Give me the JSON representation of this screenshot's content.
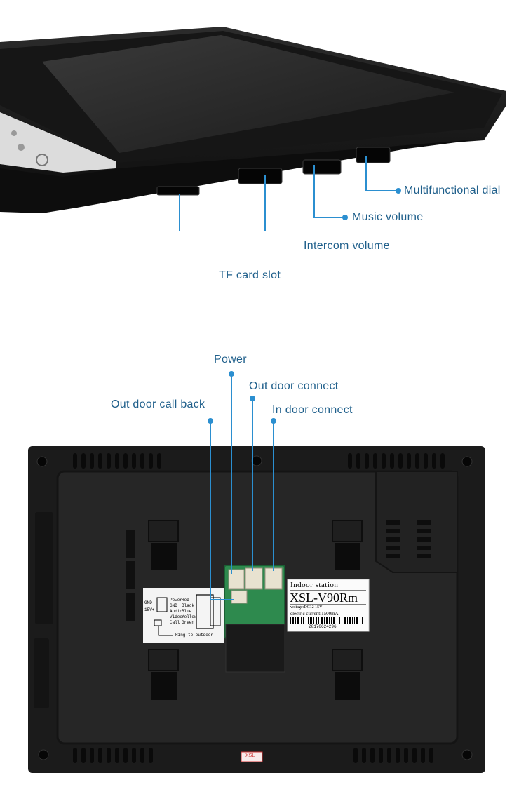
{
  "colors": {
    "callout": "#2b8fd0",
    "label": "#1f5f8b",
    "body": "#1e1e1e",
    "panel": "#2a2a2a",
    "pcb": "#2e8a4e"
  },
  "side_view": {
    "callouts": {
      "multifunctional_dial": "Multifunctional dial",
      "music_volume": "Music volume",
      "intercom_volume": "Intercom volume",
      "tf_card_slot": "TF card slot"
    }
  },
  "back_view": {
    "callouts": {
      "power": "Power",
      "out_door_connect": "Out door connect",
      "out_door_call_back": "Out door call back",
      "in_door_connect": "In door connect"
    },
    "wiring_label": {
      "left_terms": [
        "GND",
        "15V+"
      ],
      "wires": [
        "Power",
        "GND",
        "Audio",
        "Video",
        "Call"
      ],
      "colors": [
        "Red",
        "Black",
        "Blue",
        "Yellow",
        "Green"
      ],
      "ring_text": "Ring to outdoor"
    },
    "product_label": {
      "line1": "Indoor station",
      "model": "XSL-V90Rm",
      "voltage": "voltage:DC12  15V",
      "current": "electric current:1500mA",
      "serial": "20170624296"
    },
    "bottom_sticker": "XSL"
  }
}
